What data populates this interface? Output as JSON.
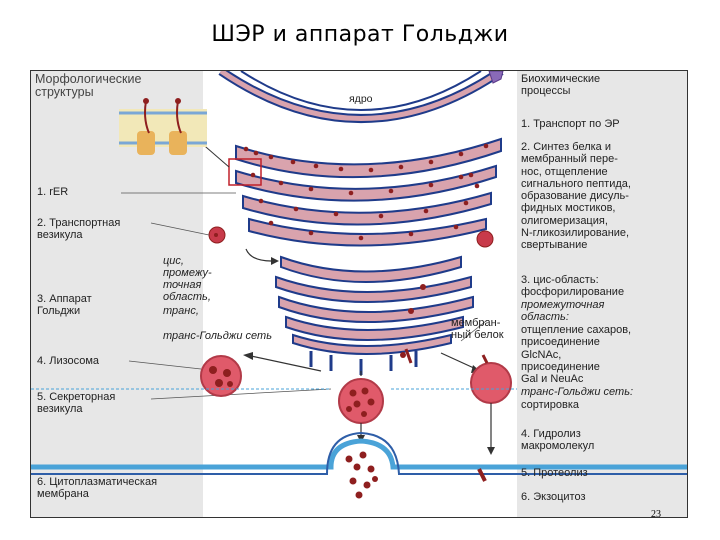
{
  "title": "ШЭР и аппарат Гольджи",
  "page_number": "23",
  "left_panel": {
    "header": "Морфологические\nструктуры",
    "items": [
      {
        "label": "1. rER"
      },
      {
        "label": "2. Транспортная\nвезикула"
      },
      {
        "label": "3. Аппарат\nГольджи"
      },
      {
        "label": "4. Лизосома"
      },
      {
        "label": "5. Секреторная\nвезикула"
      },
      {
        "label": "6. Цитоплазматическая\nмембрана"
      }
    ]
  },
  "center_labels": {
    "nucleus": "ядро",
    "cis": "цис,",
    "medial": "промежу-\nточная\nобласть,",
    "trans": "транс,",
    "trans_golgi": "транс-Гольджи сеть",
    "membrane_protein": "мембран-\nный белок"
  },
  "right_panel": {
    "header": "Биохимические\nпроцессы",
    "p1": "1. Транспорт по ЭР",
    "p2": "2. Синтез белка и\n    мембранный пере-\n    нос, отщепление\n    сигнального пептида,\n    образование дисуль-\n    фидных мостиков,\n    олигомеризация,\n    N-гликозилирование,\n    свертывание",
    "p3_head": "3. цис-область:\n    фосфорилирование",
    "p3_medial": "    промежуточная\n    область:",
    "p3_medial_text": "    отщепление сахаров,\n    присоединение\n    GlcNAc,\n    присоединение\n    Gal и NeuAc",
    "p3_trans": "    транс-Гольджи сеть:",
    "p3_trans_text": "    сортировка",
    "p4": "4. Гидролиз\n    макромолекул",
    "p5": "5. Протеолиз",
    "p6": "6. Экзоцитоз"
  },
  "colors": {
    "membrane": "#1f3b8a",
    "lumen": "#d9a3ad",
    "ribosome": "#8e1f1f",
    "vesicle": "#e05a6a",
    "cell_membrane": "#4aa3d8"
  }
}
